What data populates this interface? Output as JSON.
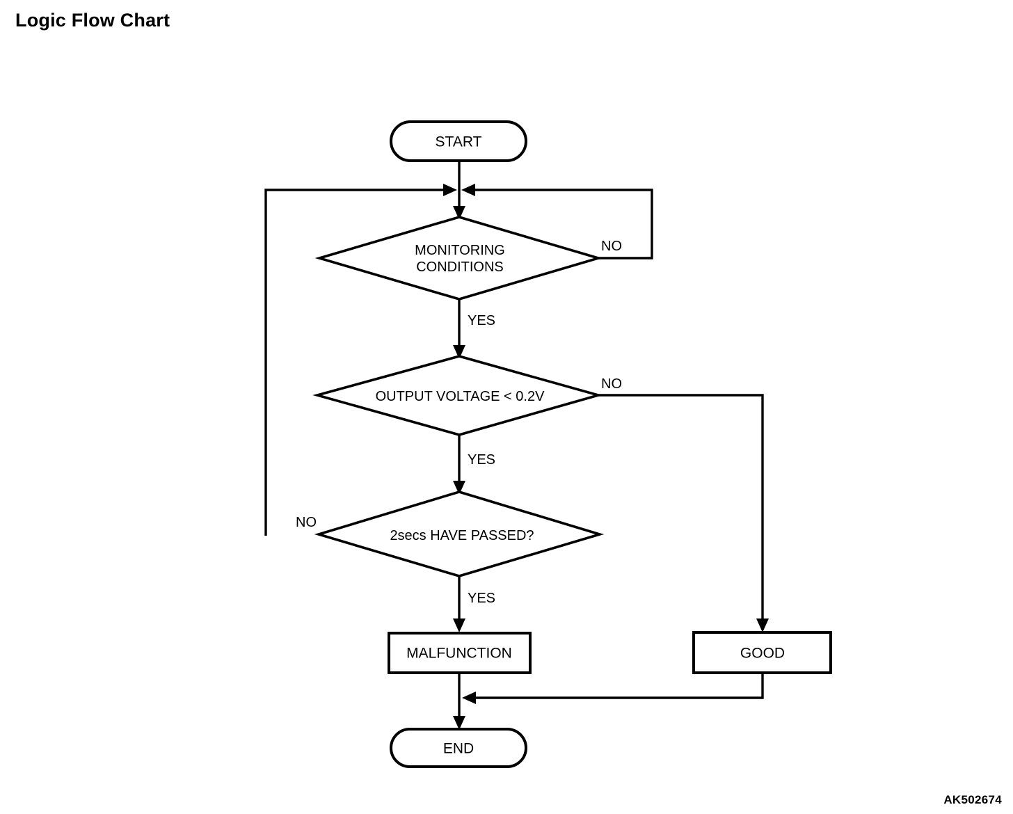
{
  "page": {
    "title": "Logic Flow Chart",
    "image_code": "AK502674",
    "background_color": "#ffffff",
    "line_color": "#000000"
  },
  "chart_data": {
    "type": "diagram",
    "diagram_kind": "flowchart",
    "title": "Logic Flow Chart",
    "nodes": [
      {
        "id": "start",
        "shape": "stadium",
        "label": "START"
      },
      {
        "id": "monitoring",
        "shape": "diamond",
        "label_line1": "MONITORING",
        "label_line2": "CONDITIONS"
      },
      {
        "id": "voltage",
        "shape": "diamond",
        "label": "OUTPUT VOLTAGE < 0.2V"
      },
      {
        "id": "timer",
        "shape": "diamond",
        "label": "2secs HAVE PASSED?"
      },
      {
        "id": "malfunction",
        "shape": "rectangle",
        "label": "MALFUNCTION"
      },
      {
        "id": "good",
        "shape": "rectangle",
        "label": "GOOD"
      },
      {
        "id": "end",
        "shape": "stadium",
        "label": "END"
      }
    ],
    "edges": [
      {
        "from": "start",
        "to": "monitoring",
        "label": ""
      },
      {
        "from": "monitoring",
        "to": "monitoring",
        "label": "NO",
        "route": "right-loop-back-to-entry"
      },
      {
        "from": "monitoring",
        "to": "voltage",
        "label": "YES"
      },
      {
        "from": "voltage",
        "to": "good",
        "label": "NO",
        "route": "right-down"
      },
      {
        "from": "voltage",
        "to": "timer",
        "label": "YES"
      },
      {
        "from": "timer",
        "to": "monitoring",
        "label": "NO",
        "route": "left-loop-back-to-entry"
      },
      {
        "from": "timer",
        "to": "malfunction",
        "label": "YES"
      },
      {
        "from": "malfunction",
        "to": "end",
        "label": ""
      },
      {
        "from": "good",
        "to": "end",
        "label": "",
        "route": "down-left-merge"
      }
    ]
  },
  "labels": {
    "start": "START",
    "monitoring_line1": "MONITORING",
    "monitoring_line2": "CONDITIONS",
    "voltage": "OUTPUT VOLTAGE < 0.2V",
    "timer": "2secs HAVE PASSED?",
    "malfunction": "MALFUNCTION",
    "good": "GOOD",
    "end": "END",
    "no_monitoring": "NO",
    "yes_monitoring": "YES",
    "no_voltage": "NO",
    "yes_voltage": "YES",
    "no_timer": "NO",
    "yes_timer": "YES"
  }
}
